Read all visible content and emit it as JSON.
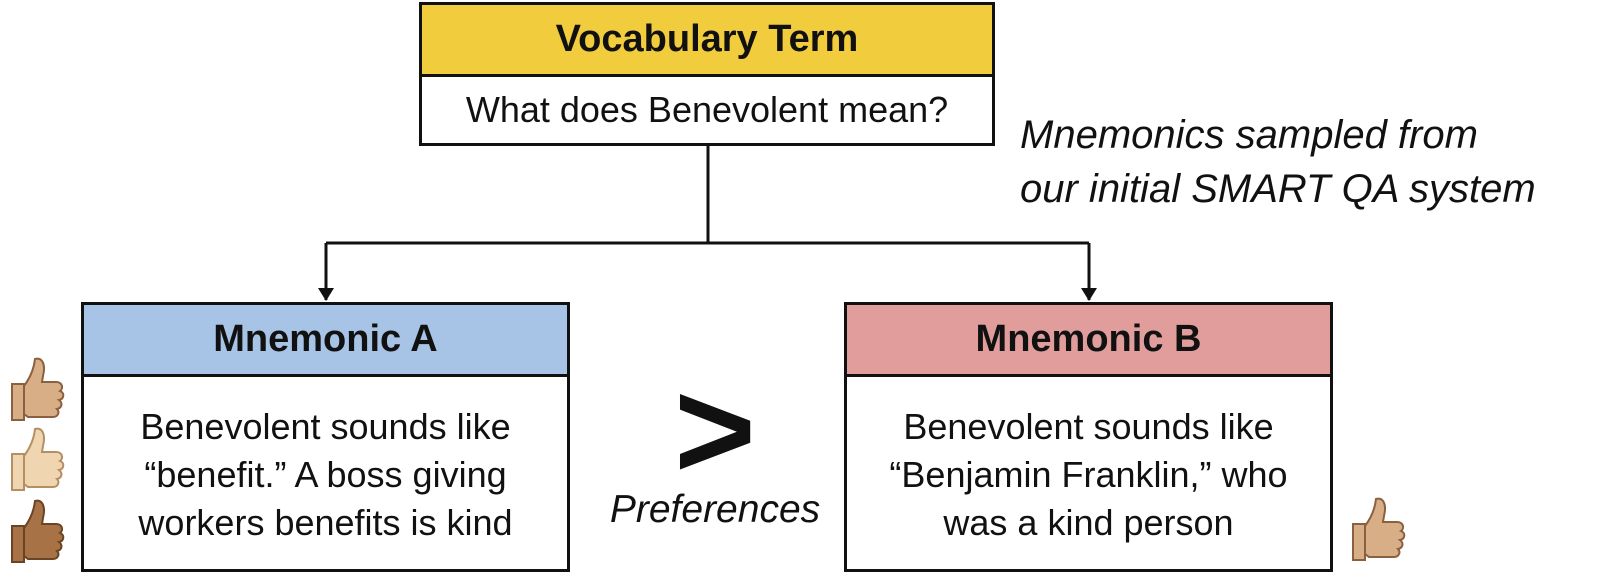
{
  "vocab_box": {
    "header": "Vocabulary Term",
    "body": "What does Benevolent mean?",
    "header_color": "#f1cc3d"
  },
  "note": {
    "line1": "Mnemonics sampled from",
    "line2": "our initial SMART QA system"
  },
  "mnemonic_a": {
    "header": "Mnemonic A",
    "lines": [
      "Benevolent sounds like",
      "“benefit.” A boss giving",
      "workers benefits is kind"
    ],
    "header_color": "#a7c4e7"
  },
  "mnemonic_b": {
    "header": "Mnemonic B",
    "lines": [
      "Benevolent sounds like",
      "“Benjamin Franklin,” who",
      "was a kind person"
    ],
    "header_color": "#e09d9c"
  },
  "comparison": {
    "symbol": ">",
    "label": "Preferences"
  },
  "votes": {
    "mnemonic_a": [
      "thumbs-up-icon medium-light",
      "thumbs-up-icon light",
      "thumbs-up-icon medium"
    ],
    "mnemonic_b": [
      "thumbs-up-icon medium-light"
    ]
  },
  "colors": {
    "skin_medium_light": "#d7ae86",
    "skin_light": "#efd6b0",
    "skin_medium": "#a77245"
  }
}
